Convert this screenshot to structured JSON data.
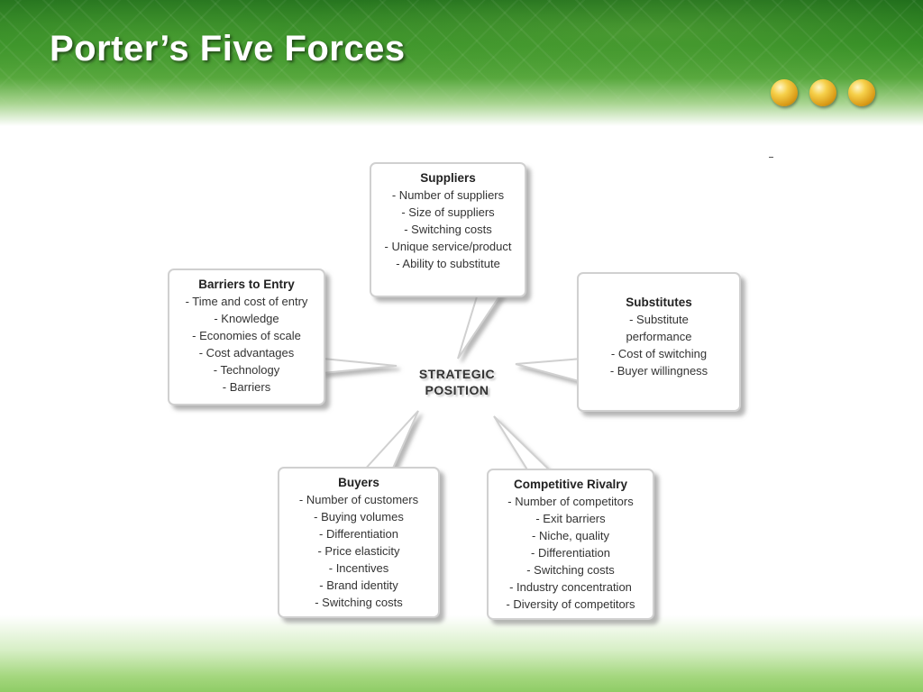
{
  "slide": {
    "title": "Porter’s Five Forces"
  },
  "diagram": {
    "center": {
      "line1": "STRATEGIC",
      "line2": "POSITION"
    },
    "suppliers": {
      "title": "Suppliers",
      "items": [
        "- Number of suppliers",
        "- Size of suppliers",
        "- Switching costs",
        "- Unique service/product",
        "- Ability to substitute"
      ]
    },
    "barriers": {
      "title": "Barriers to Entry",
      "items": [
        "- Time and cost of entry",
        "- Knowledge",
        "- Economies of scale",
        "- Cost advantages",
        "- Technology",
        "- Barriers"
      ]
    },
    "substitutes": {
      "title": "Substitutes",
      "items": [
        "- Substitute",
        "performance",
        "- Cost of switching",
        "- Buyer willingness"
      ]
    },
    "buyers": {
      "title": "Buyers",
      "items": [
        "- Number of customers",
        "- Buying volumes",
        "- Differentiation",
        "- Price elasticity",
        "- Incentives",
        "- Brand identity",
        "- Switching costs"
      ]
    },
    "rivalry": {
      "title": "Competitive Rivalry",
      "items": [
        "- Number of competitors",
        "- Exit barriers",
        "- Niche, quality",
        "- Differentiation",
        "- Switching costs",
        "- Industry concentration",
        "- Diversity of competitors"
      ]
    }
  },
  "colors": {
    "header_green": "#2f8a22",
    "box_border": "#d0d0d0",
    "ball_gold": "#f6d04a"
  }
}
